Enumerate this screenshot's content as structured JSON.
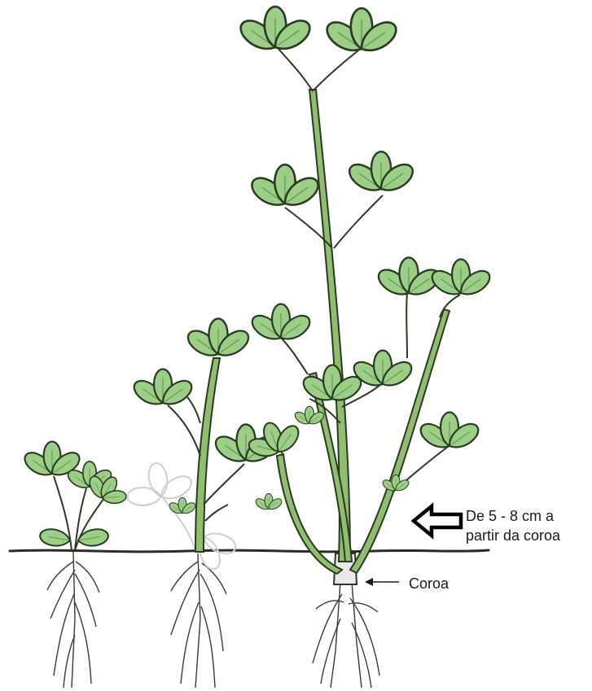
{
  "annotations": {
    "height_label_line1": "De 5 - 8 cm a",
    "height_label_line2": "partir da coroa",
    "crown_label": "Coroa"
  },
  "colors": {
    "leaf_fill": "#9ccf86",
    "leaf_outline": "#2b3a24",
    "stem_fill": "#8fbf6e",
    "root": "#3a3a3a",
    "ground": "#2a2a2a",
    "cut_leaf": "#d6d6d6"
  },
  "icons": {
    "height_marker": "hollow-arrow-left-icon",
    "crown_pointer": "thin-arrow-left-icon"
  }
}
